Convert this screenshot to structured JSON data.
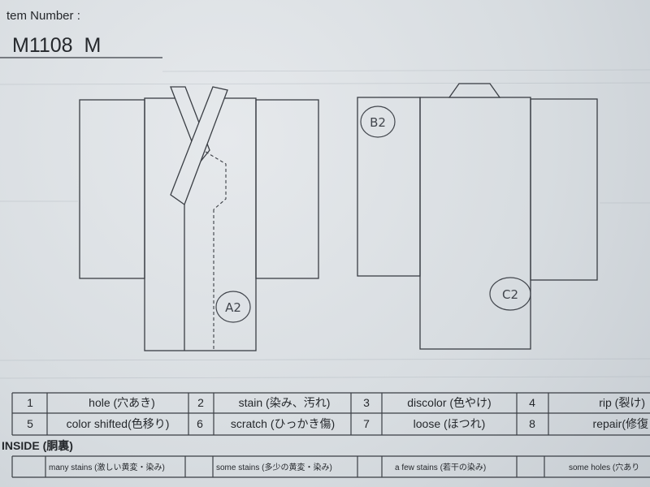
{
  "header": {
    "item_number_label": "tem Number :",
    "item_number_value": "M1108  M"
  },
  "front_diagram": {
    "marks": [
      "A2"
    ]
  },
  "back_diagram": {
    "marks": [
      "B2",
      "C2"
    ]
  },
  "damage_codes": {
    "rows": [
      [
        {
          "num": "1",
          "label": "hole (穴あき)"
        },
        {
          "num": "2",
          "label": "stain (染み、汚れ)"
        },
        {
          "num": "3",
          "label": "discolor (色やけ)"
        },
        {
          "num": "4",
          "label": "rip (裂け)"
        }
      ],
      [
        {
          "num": "5",
          "label": "color shifted(色移り)"
        },
        {
          "num": "6",
          "label": "scratch (ひっかき傷)"
        },
        {
          "num": "7",
          "label": "loose (ほつれ)"
        },
        {
          "num": "8",
          "label": "repair(修復"
        }
      ]
    ]
  },
  "inside": {
    "label": "INSIDE (胴裏)",
    "options": [
      "many stains (激しい黄変・染み)",
      "some stains (多少の黄変・染み)",
      "a few stains (若干の染み)",
      "some holes (穴あり"
    ]
  },
  "colors": {
    "paper_light": "#e6e9ec",
    "paper_mid": "#d7dce0",
    "paper_dark": "#c4cad0",
    "ink": "#3a3e44",
    "pencil": "#41454c"
  }
}
